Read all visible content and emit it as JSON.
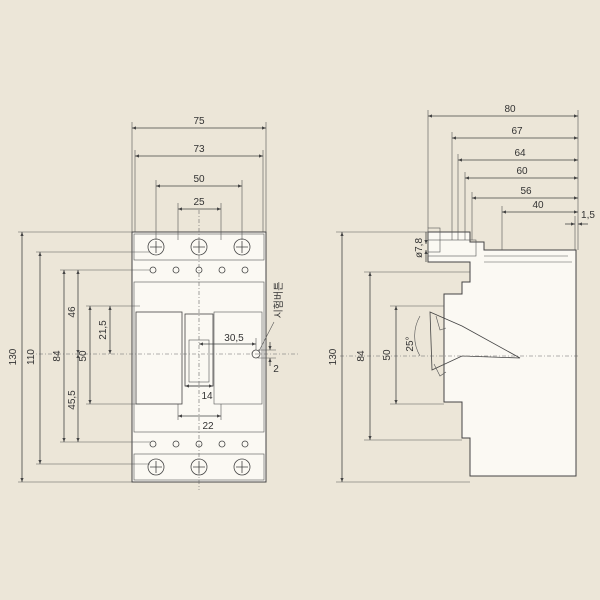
{
  "front_view": {
    "width_75": "75",
    "width_73": "73",
    "width_50": "50",
    "width_25": "25",
    "height_130": "130",
    "height_110": "110",
    "height_84": "84",
    "height_46": "46",
    "height_50": "50",
    "height_21_5": "21,5",
    "height_45_5": "45,5",
    "offset_30_5": "30,5",
    "offset_2": "2",
    "handle_14": "14",
    "handle_22": "22",
    "test_button_label": "시험버튼"
  },
  "side_view": {
    "depth_80": "80",
    "depth_67": "67",
    "depth_64": "64",
    "depth_60": "60",
    "depth_56": "56",
    "depth_40": "40",
    "depth_1_5": "1,5",
    "height_130": "130",
    "height_84": "84",
    "height_50": "50",
    "hole_dia": "ø7,8",
    "angle_25": "25°"
  },
  "colors": {
    "background": "#ece6d8",
    "line": "#444444",
    "body_fill": "#fbf9f3"
  }
}
